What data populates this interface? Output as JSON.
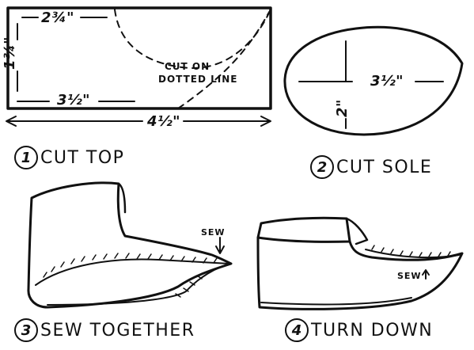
{
  "panel_top": {
    "dim_top": "2¾\"",
    "dim_side": "1¾\"",
    "dim_bottom": "3½\"",
    "dim_overall": "4½\"",
    "instruction_line1": "CUT ON",
    "instruction_line2": "DOTTED LINE"
  },
  "panel_sole": {
    "dim_width": "3½\"",
    "dim_height": "2\""
  },
  "steps": [
    {
      "num": "1",
      "label": "CUT TOP"
    },
    {
      "num": "2",
      "label": "CUT SOLE"
    },
    {
      "num": "3",
      "label": "SEW TOGETHER"
    },
    {
      "num": "4",
      "label": "TURN DOWN"
    }
  ],
  "sew_label_3": "SEW",
  "sew_label_4": "SEW",
  "colors": {
    "ink": "#111111",
    "paper": "#ffffff"
  }
}
